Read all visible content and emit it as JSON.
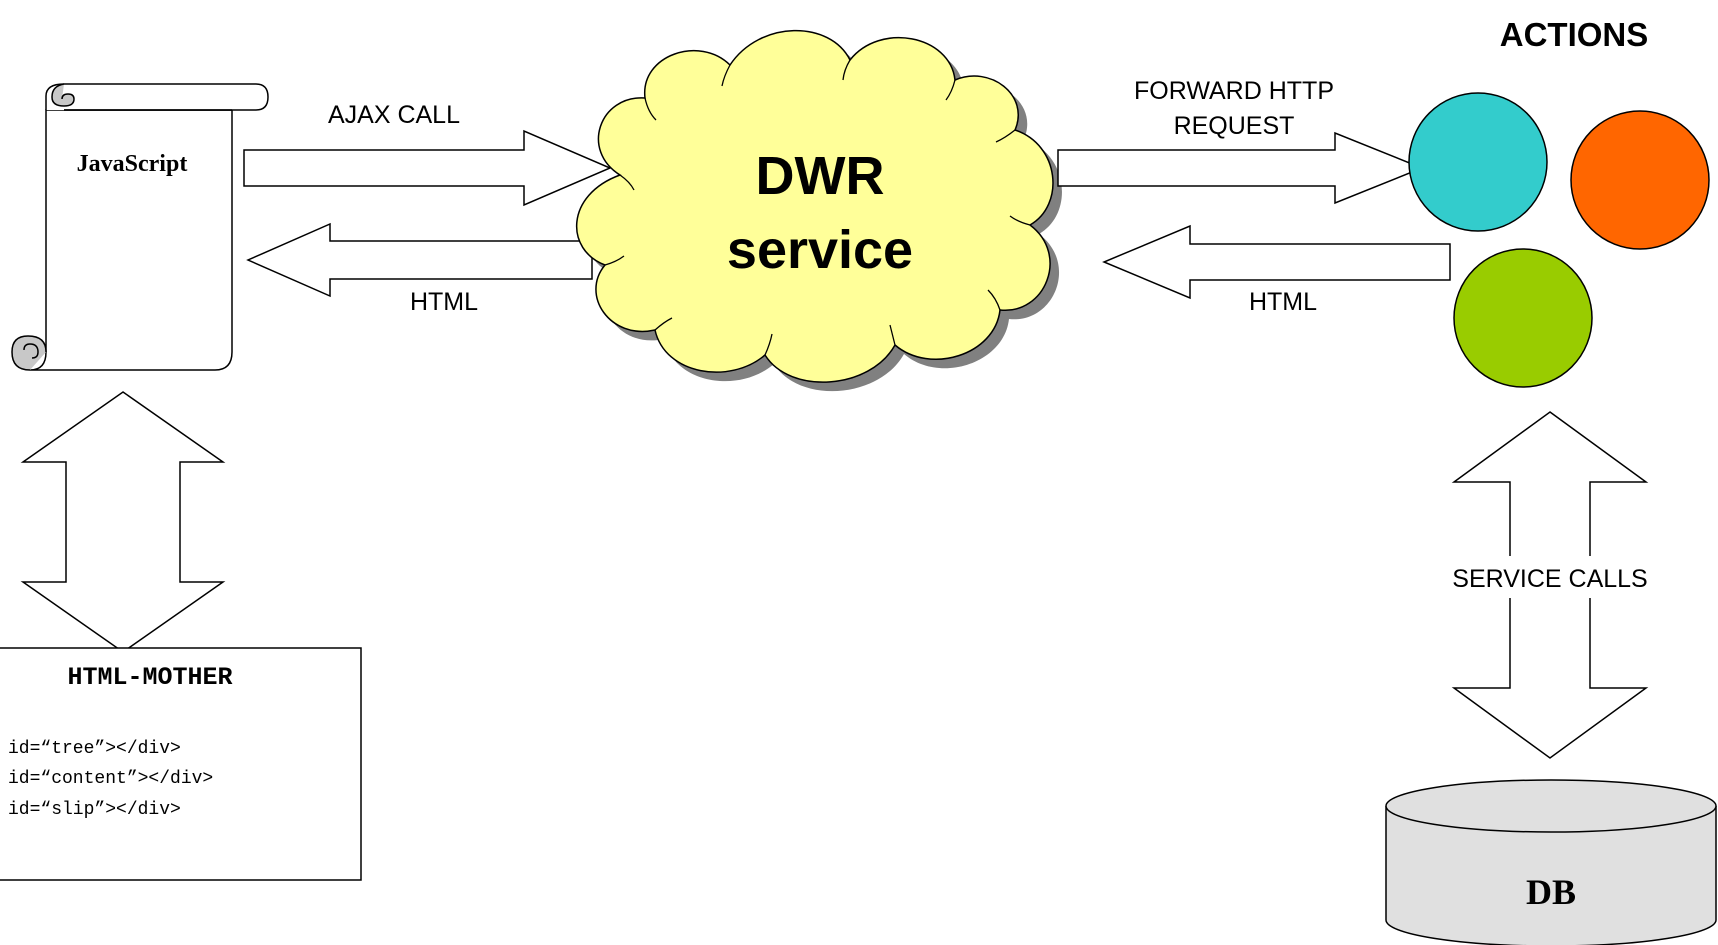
{
  "nodes": {
    "javascript": {
      "label": "JavaScript"
    },
    "dwr": {
      "line1": "DWR",
      "line2": "service"
    },
    "actions": {
      "title": "ACTIONS",
      "circles": [
        {
          "color": "#33CCCC"
        },
        {
          "color": "#FF6600"
        },
        {
          "color": "#99CC00"
        }
      ]
    },
    "db": {
      "label": "DB"
    },
    "html_mother": {
      "title": "HTML-MOTHER",
      "lines": [
        "id=“tree”></div>",
        "id=“content”></div>",
        "id=“slip”></div>"
      ]
    }
  },
  "edges": {
    "ajax_call": "AJAX CALL",
    "html_left": "HTML",
    "forward_line1": "FORWARD HTTP",
    "forward_line2": "REQUEST",
    "html_right": "HTML",
    "service_calls": "SERVICE CALLS"
  },
  "colors": {
    "cloud_fill": "#FFFF99",
    "cloud_shadow": "#808080",
    "db_fill": "#E0E0E0"
  }
}
